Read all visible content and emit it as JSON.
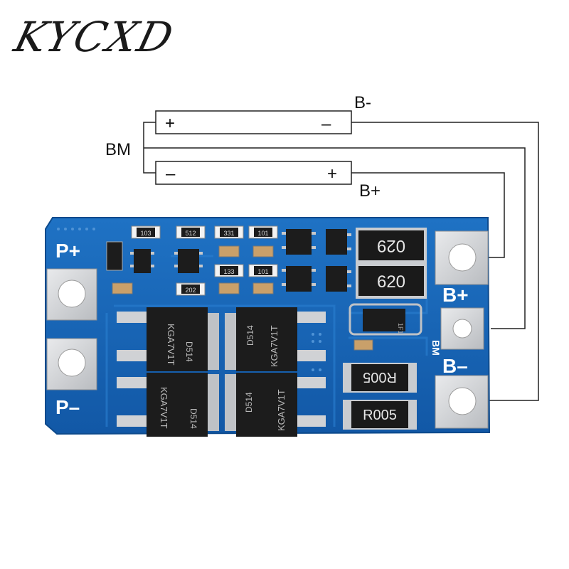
{
  "logo": {
    "text": "KYCXD"
  },
  "diagram": {
    "label_bminus": "B-",
    "label_bm": "BM",
    "label_bplus": "B+",
    "cell1": {
      "left_sign": "+",
      "right_sign": "–"
    },
    "cell2": {
      "left_sign": "–",
      "right_sign": "+"
    }
  },
  "board": {
    "pad_pplus": "P+",
    "pad_pminus": "P–",
    "pad_bplus": "B+",
    "pad_bminus": "B–",
    "bm_label": "BM",
    "resistor_top": "029",
    "resistor_mid": "620",
    "shunt_1": "R005",
    "shunt_2": "R005",
    "diode_mark": "1F1",
    "small_codes": [
      "103",
      "512",
      "331",
      "101",
      "133",
      "101",
      "202"
    ],
    "mosfets": [
      {
        "code": "KGA7V1T",
        "lot": "D514"
      },
      {
        "code": "KGA7V1T",
        "lot": "D514"
      },
      {
        "code": "KGA7V1T",
        "lot": "D514"
      },
      {
        "code": "KGA7V1T",
        "lot": "D514"
      }
    ]
  },
  "colors": {
    "pcb": "#1565b8",
    "pcb_edge": "#0f4f96",
    "pad": "#d7d9dc",
    "chip": "#1c1c1c"
  }
}
